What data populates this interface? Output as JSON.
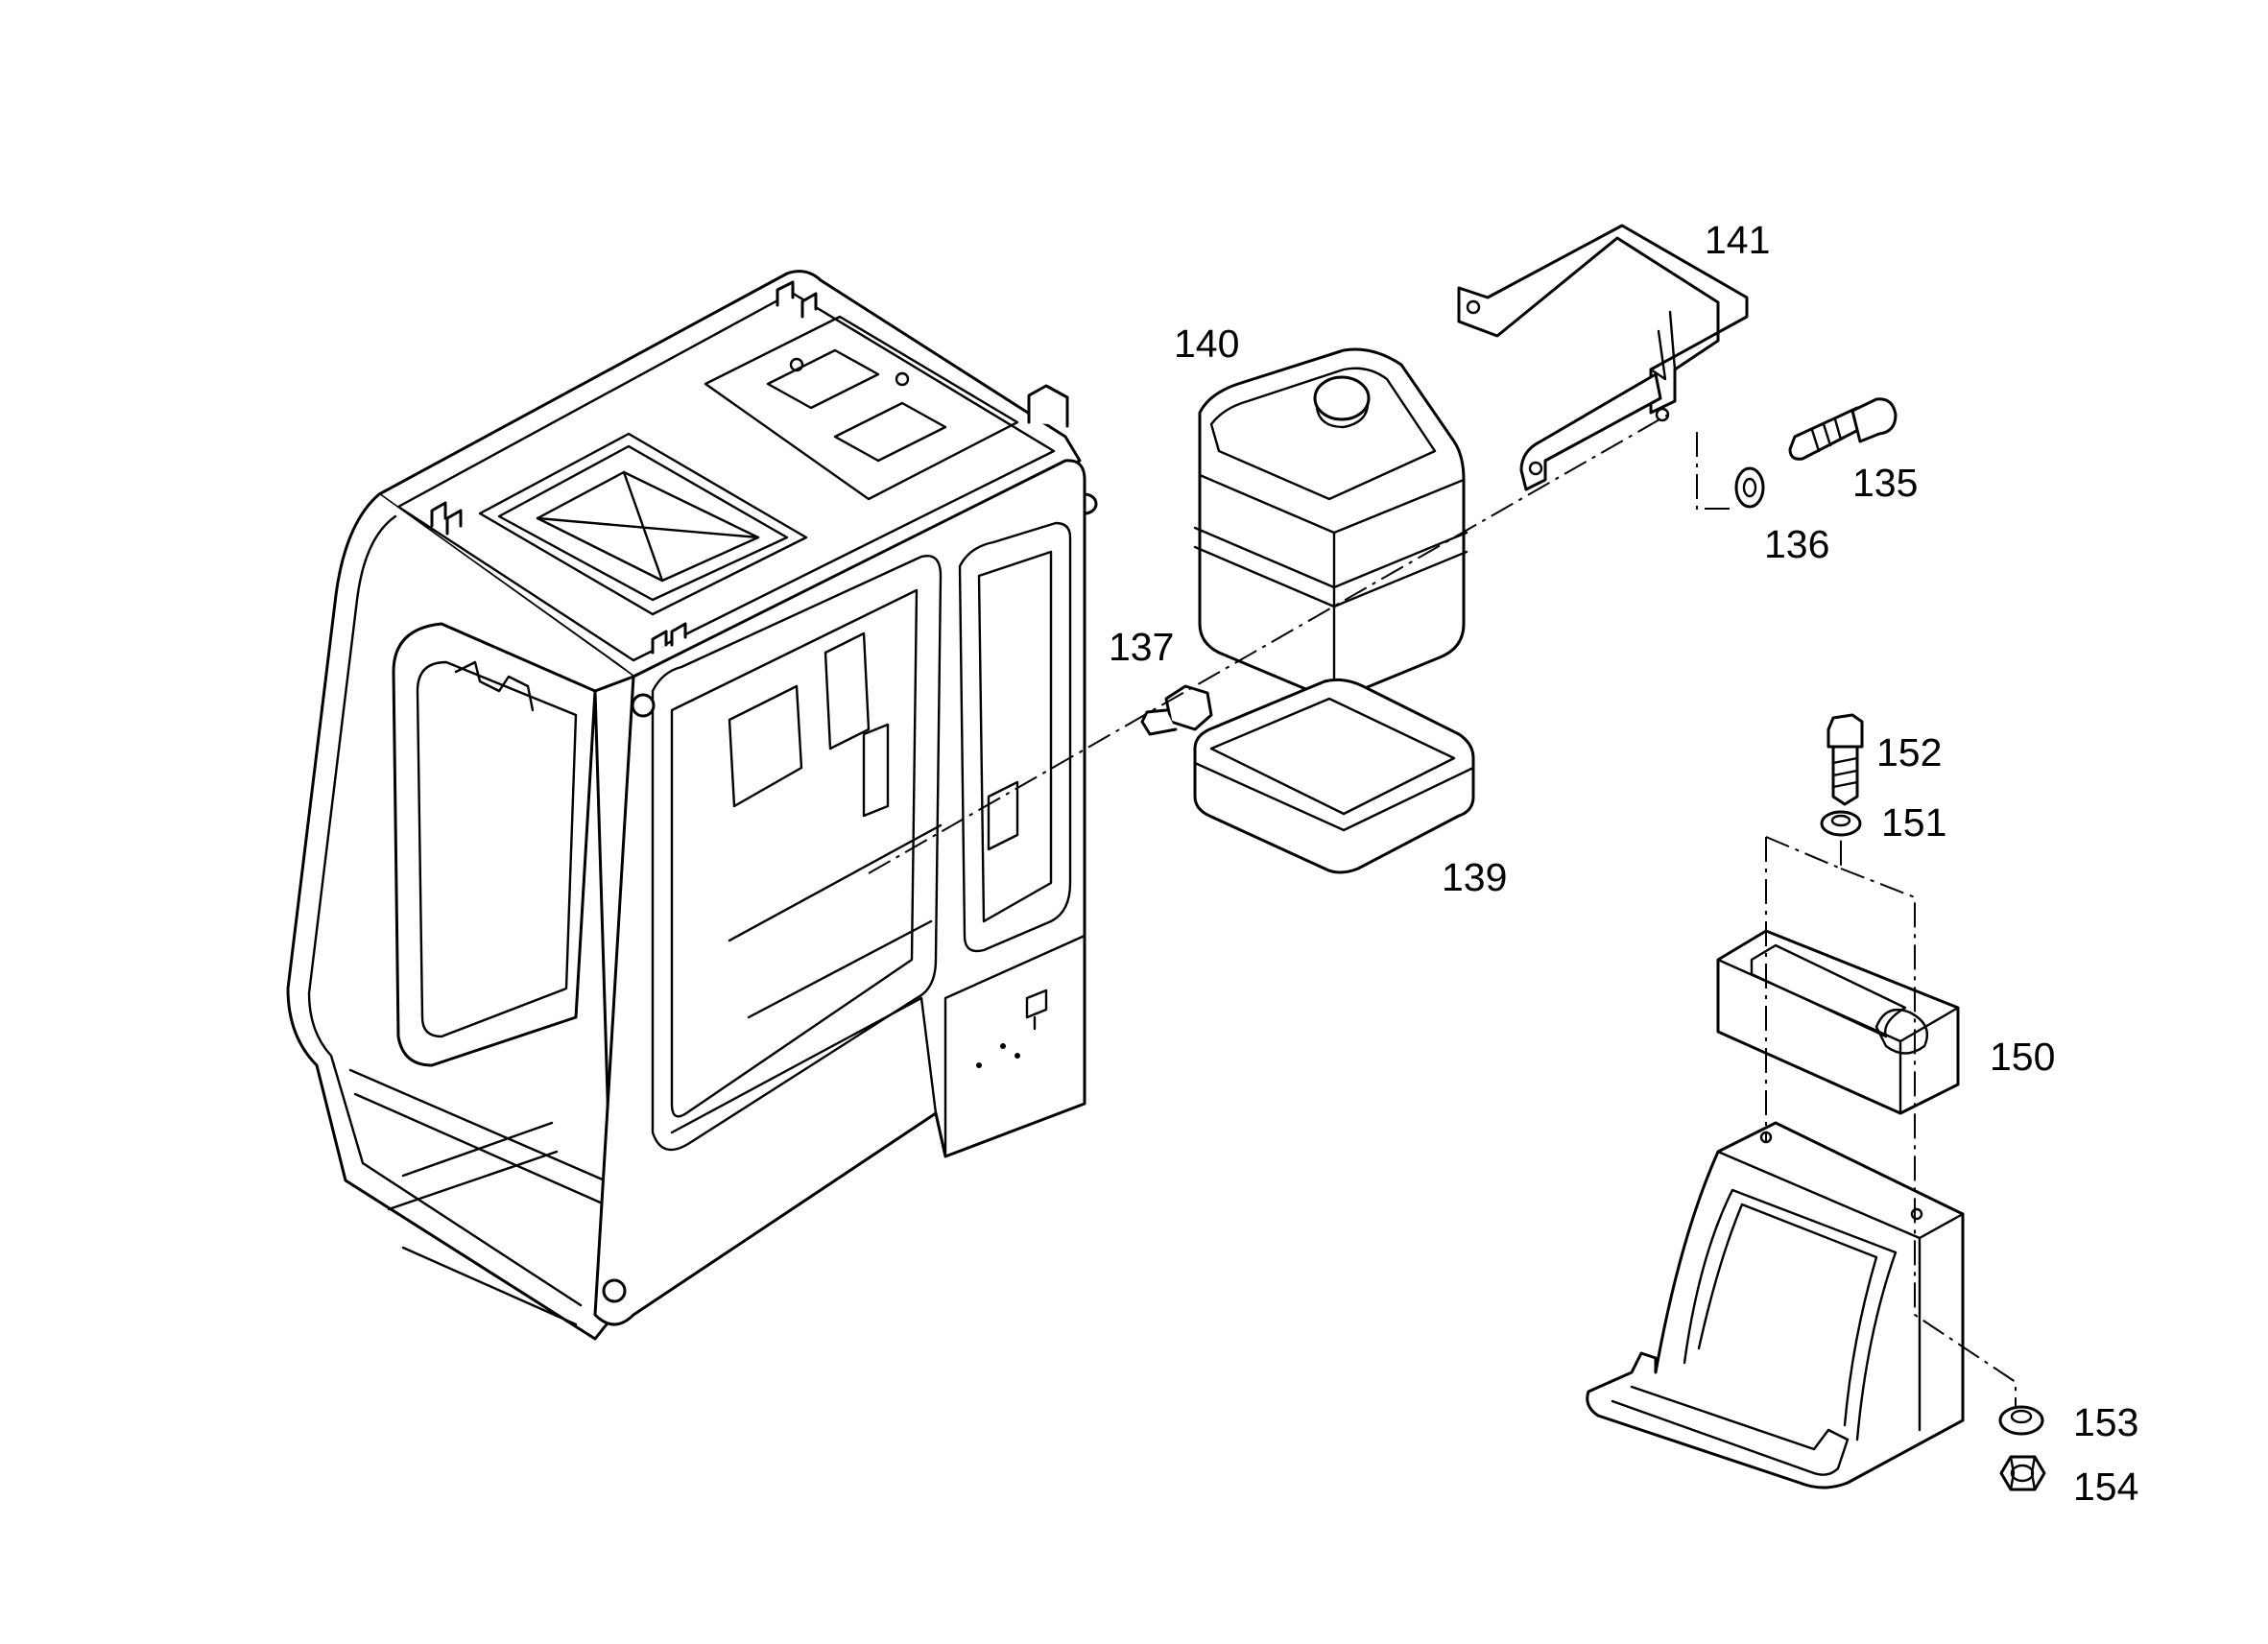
{
  "diagram": {
    "type": "exploded parts diagram",
    "line_color": "#000000",
    "background": "#ffffff",
    "callouts": [
      {
        "id": "141",
        "text": "141"
      },
      {
        "id": "140",
        "text": "140"
      },
      {
        "id": "135",
        "text": "135"
      },
      {
        "id": "136",
        "text": "136"
      },
      {
        "id": "137",
        "text": "137"
      },
      {
        "id": "152",
        "text": "152"
      },
      {
        "id": "151",
        "text": "151"
      },
      {
        "id": "139",
        "text": "139"
      },
      {
        "id": "150",
        "text": "150"
      },
      {
        "id": "153",
        "text": "153"
      },
      {
        "id": "154",
        "text": "154"
      }
    ]
  }
}
